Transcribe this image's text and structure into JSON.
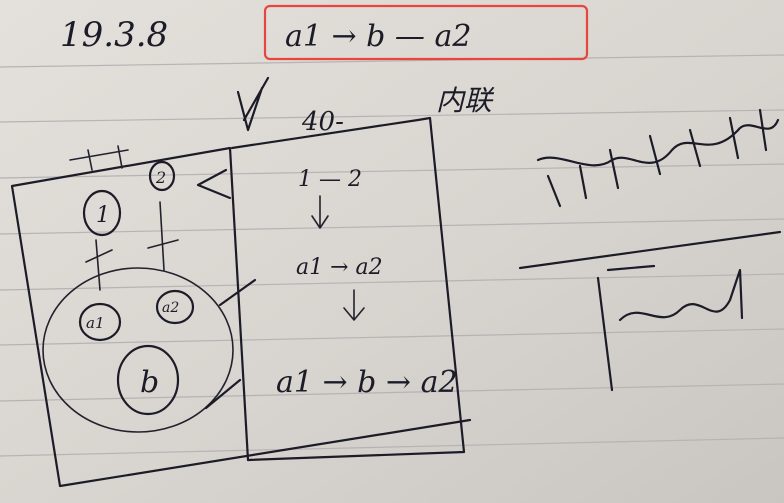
{
  "photo": {
    "subject": "handwritten notes on lined paper",
    "highlight_color": "#e8453c",
    "paper_color": "#dcd8d3",
    "ink_color": "#1c1c28"
  },
  "notes": {
    "date": "19.3.8",
    "highlight": "a1 → b — a2",
    "note_right_top": "内联",
    "box_top": "40-",
    "flow": [
      "1 — 2",
      "a1 → a2",
      "a1 → b → a2"
    ],
    "circles": [
      "1",
      "2",
      "a1",
      "a2",
      "b"
    ]
  }
}
